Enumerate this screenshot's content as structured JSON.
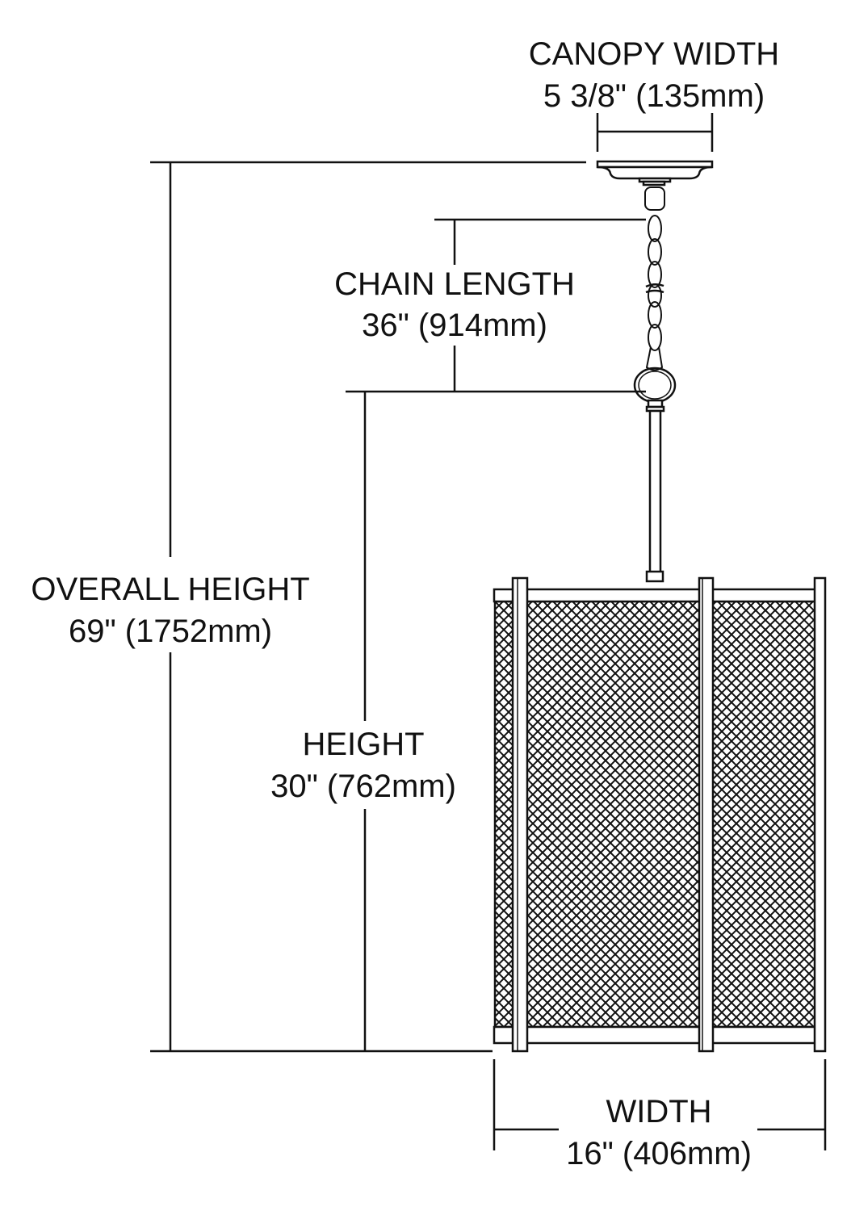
{
  "dimensions": {
    "canopy_width": {
      "label": "CANOPY WIDTH",
      "value": "5 3/8\" (135mm)"
    },
    "chain_length": {
      "label": "CHAIN LENGTH",
      "value": "36\" (914mm)"
    },
    "overall_height": {
      "label": "OVERALL HEIGHT",
      "value": "69\" (1752mm)"
    },
    "height": {
      "label": "HEIGHT",
      "value": "30\" (762mm)"
    },
    "width": {
      "label": "WIDTH",
      "value": "16\" (406mm)"
    }
  },
  "colors": {
    "line": "#111111",
    "background": "#ffffff"
  }
}
